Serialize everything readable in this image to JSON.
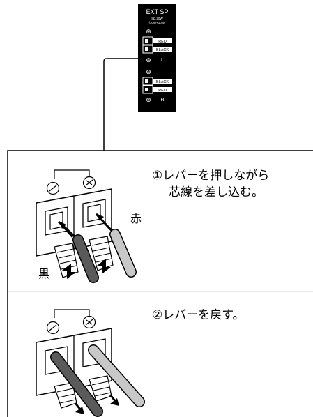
{
  "panel": {
    "title": "EXT SP",
    "spec_line1": "8Ω,20W",
    "spec_line2": "[10W+10W]",
    "plus_symbol": "⊕",
    "minus_symbol": "⊖",
    "left_red": "RED",
    "left_black": "BLACK",
    "left_channel": "L",
    "right_black": "BLACK",
    "right_red": "RED",
    "right_channel": "R"
  },
  "step1": {
    "instruction_line1": "①レバーを押しながら",
    "instruction_line2": "芯線を差し込む。",
    "minus_symbol": "⊖",
    "plus_symbol": "⊕",
    "label_red": "赤",
    "label_black": "黒"
  },
  "step2": {
    "instruction": "②レバーを戻す。",
    "minus_symbol": "⊖",
    "plus_symbol": "⊕"
  },
  "colors": {
    "black_wire": "#5a5a5a",
    "red_wire": "#c8c8c8",
    "panel": "#000000"
  }
}
